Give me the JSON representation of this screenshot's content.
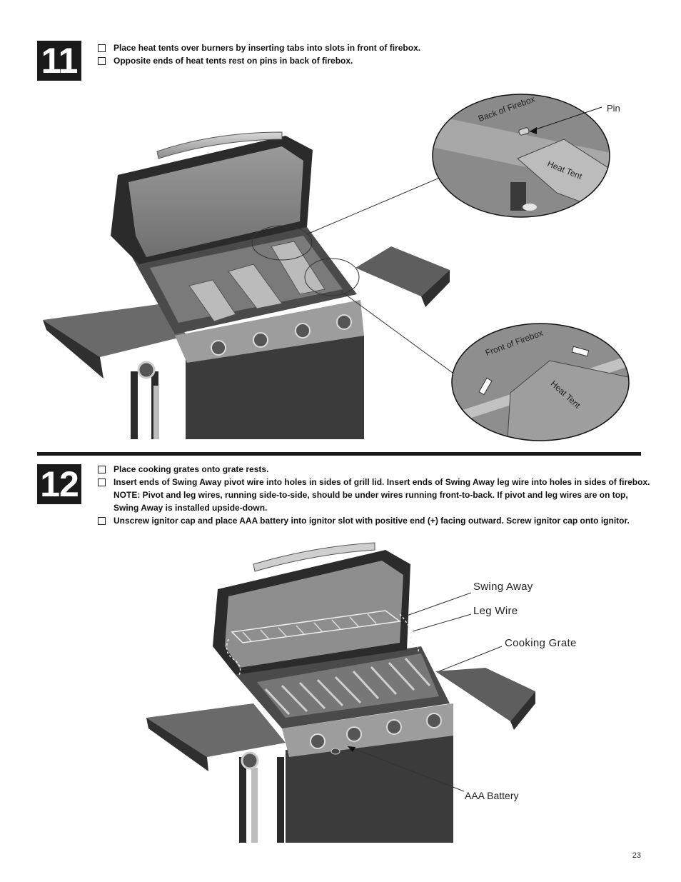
{
  "step11": {
    "number": "11",
    "instructions": [
      "Place heat tents over burners by inserting tabs into slots in front of firebox.",
      "Opposite ends of heat tents rest on pins in back of firebox."
    ],
    "labels": {
      "pin": "Pin",
      "back_of_firebox": "Back of Firebox",
      "heat_tent_top": "Heat Tent",
      "front_of_firebox": "Front of Firebox",
      "heat_tent_bottom": "Heat Tent"
    }
  },
  "step12": {
    "number": "12",
    "instructions": [
      "Place cooking grates onto grate rests.",
      "Insert ends of Swing Away pivot wire into holes in sides of grill lid. Insert ends of Swing Away leg wire into holes in sides of firebox.",
      "NOTE: Pivot and leg wires, running side-to-side, should be under wires running front-to-back. If pivot and leg wires are on top,",
      "Swing Away is installed upside-down.",
      "Unscrew ignitor cap and place AAA battery into ignitor slot with positive end (+) facing outward. Screw ignitor cap onto ignitor."
    ],
    "labels": {
      "swing_away": "Swing Away",
      "leg_wire": "Leg Wire",
      "cooking_grate": "Cooking Grate",
      "aaa_battery": "AAA Battery"
    }
  },
  "page_number": "23"
}
